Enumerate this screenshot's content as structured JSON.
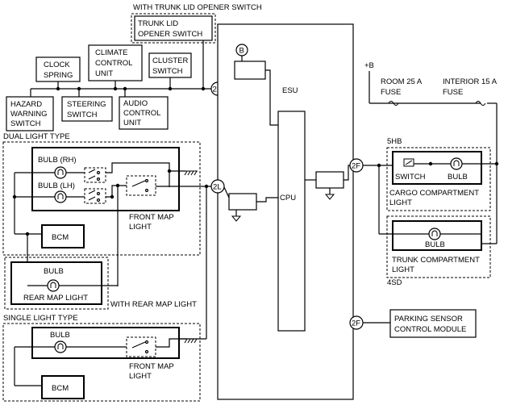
{
  "labels": {
    "with_trunk_lid": "WITH TRUNK LID OPENER SWITCH",
    "trunk_lid_switch": [
      "TRUNK LID",
      "OPENER SWITCH"
    ],
    "clock_spring": [
      "CLOCK",
      "SPRING"
    ],
    "climate_control": [
      "CLIMATE",
      "CONTROL",
      "UNIT"
    ],
    "cluster_switch": [
      "CLUSTER",
      "SWITCH"
    ],
    "hazard_warning": [
      "HAZARD",
      "WARNING",
      "SWITCH"
    ],
    "steering_switch": [
      "STEERING",
      "SWITCH"
    ],
    "audio_control": [
      "AUDIO",
      "CONTROL",
      "UNIT"
    ],
    "dual_light_type": "DUAL LIGHT TYPE",
    "bulb_rh": "BULB (RH)",
    "bulb_lh": "BULB (LH)",
    "front_map_light": [
      "FRONT MAP",
      "LIGHT"
    ],
    "bcm": "BCM",
    "bulb": "BULB",
    "rear_map_light": "REAR MAP LIGHT",
    "with_rear_map_light": "WITH REAR MAP LIGHT",
    "single_light_type": "SINGLE LIGHT TYPE",
    "esu": "ESU",
    "cpu": "CPU",
    "conn_b": "B",
    "conn_2d": "2D",
    "conn_2l": "2L",
    "conn_2f": "2F",
    "plus_b": "+B",
    "room_fuse": [
      "ROOM 25 A",
      "FUSE"
    ],
    "interior_fuse": [
      "INTERIOR 15 A",
      "FUSE"
    ],
    "five_hb": "5HB",
    "switch": "SWITCH",
    "cargo_light": [
      "CARGO COMPARTMENT",
      "LIGHT"
    ],
    "trunk_light": [
      "TRUNK COMPARTMENT",
      "LIGHT"
    ],
    "four_sd": "4SD",
    "parking_sensor": [
      "PARKING SENSOR",
      "CONTROL MODULE"
    ]
  }
}
